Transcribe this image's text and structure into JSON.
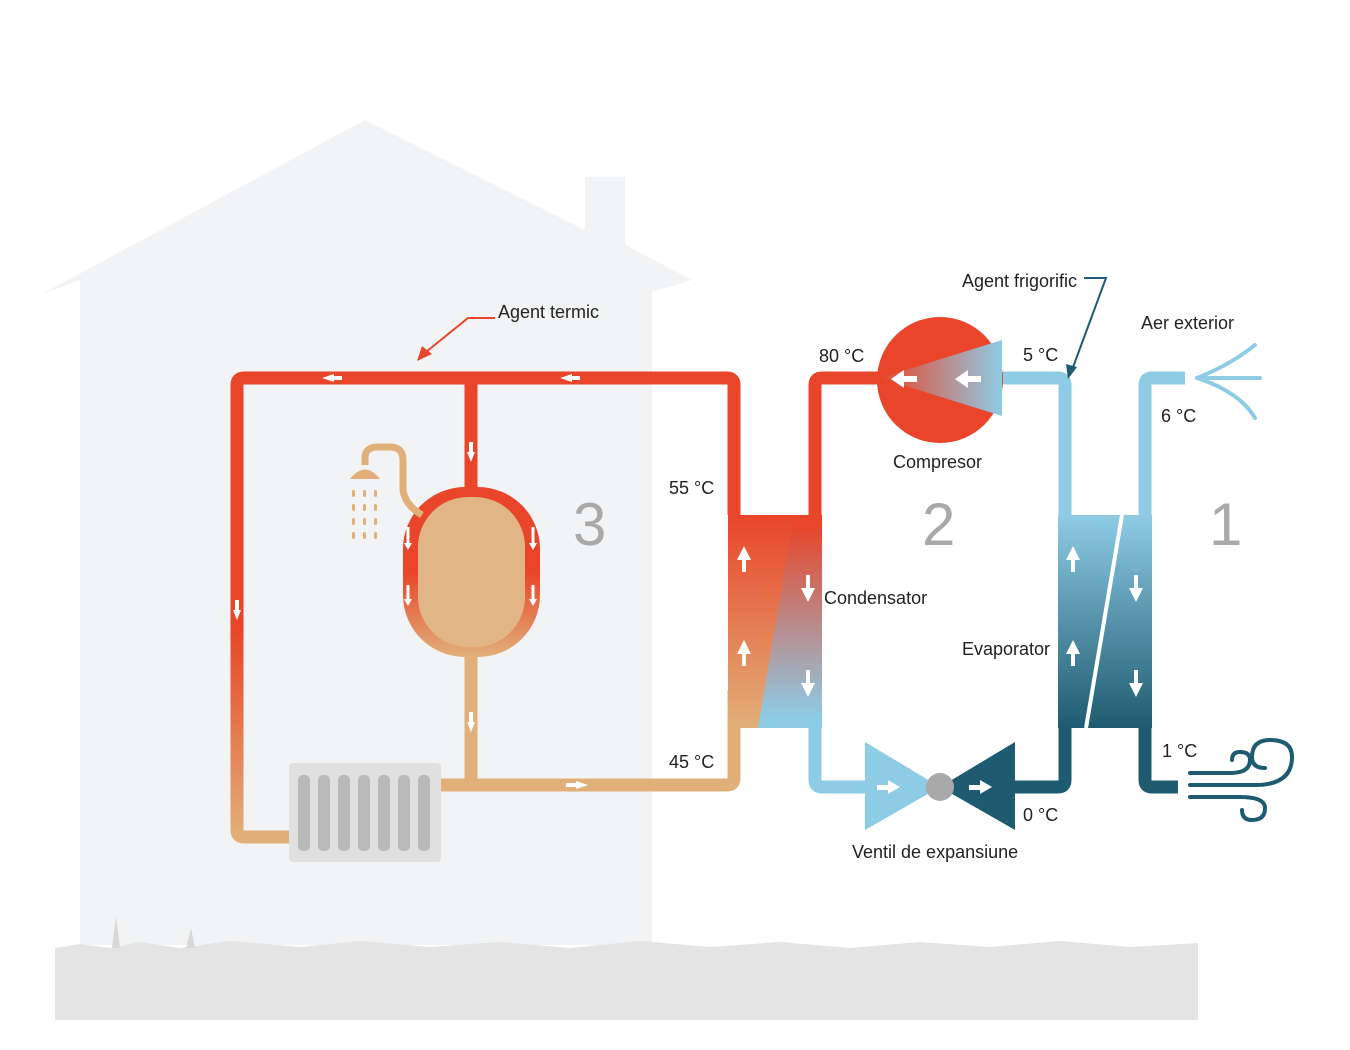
{
  "labels": {
    "agent_termic": "Agent termic",
    "agent_frigorific": "Agent frigorific",
    "aer_exterior": "Aer exterior",
    "compresor": "Compresor",
    "condensator": "Condensator",
    "evaporator": "Evaporator",
    "ventil": "Ventil de expansiune"
  },
  "temperatures": {
    "t80": "80 °C",
    "t5": "5 °C",
    "t6": "6 °C",
    "t55": "55 °C",
    "t45": "45 °C",
    "t1": "1 °C",
    "t0": "0 °C"
  },
  "stages": {
    "s1": "1",
    "s2": "2",
    "s3": "3"
  },
  "icons": [
    "shower-icon",
    "radiator-icon",
    "wind-icon",
    "air-intake-icon",
    "compressor-icon",
    "expansion-valve-icon"
  ],
  "colors": {
    "hot": "#e8452a",
    "warm": "#e1b07a",
    "cold": "#8ecbe5",
    "cold_dark": "#1e5b70",
    "house": "#f2f3f4",
    "ground": "#e4e4e4"
  }
}
